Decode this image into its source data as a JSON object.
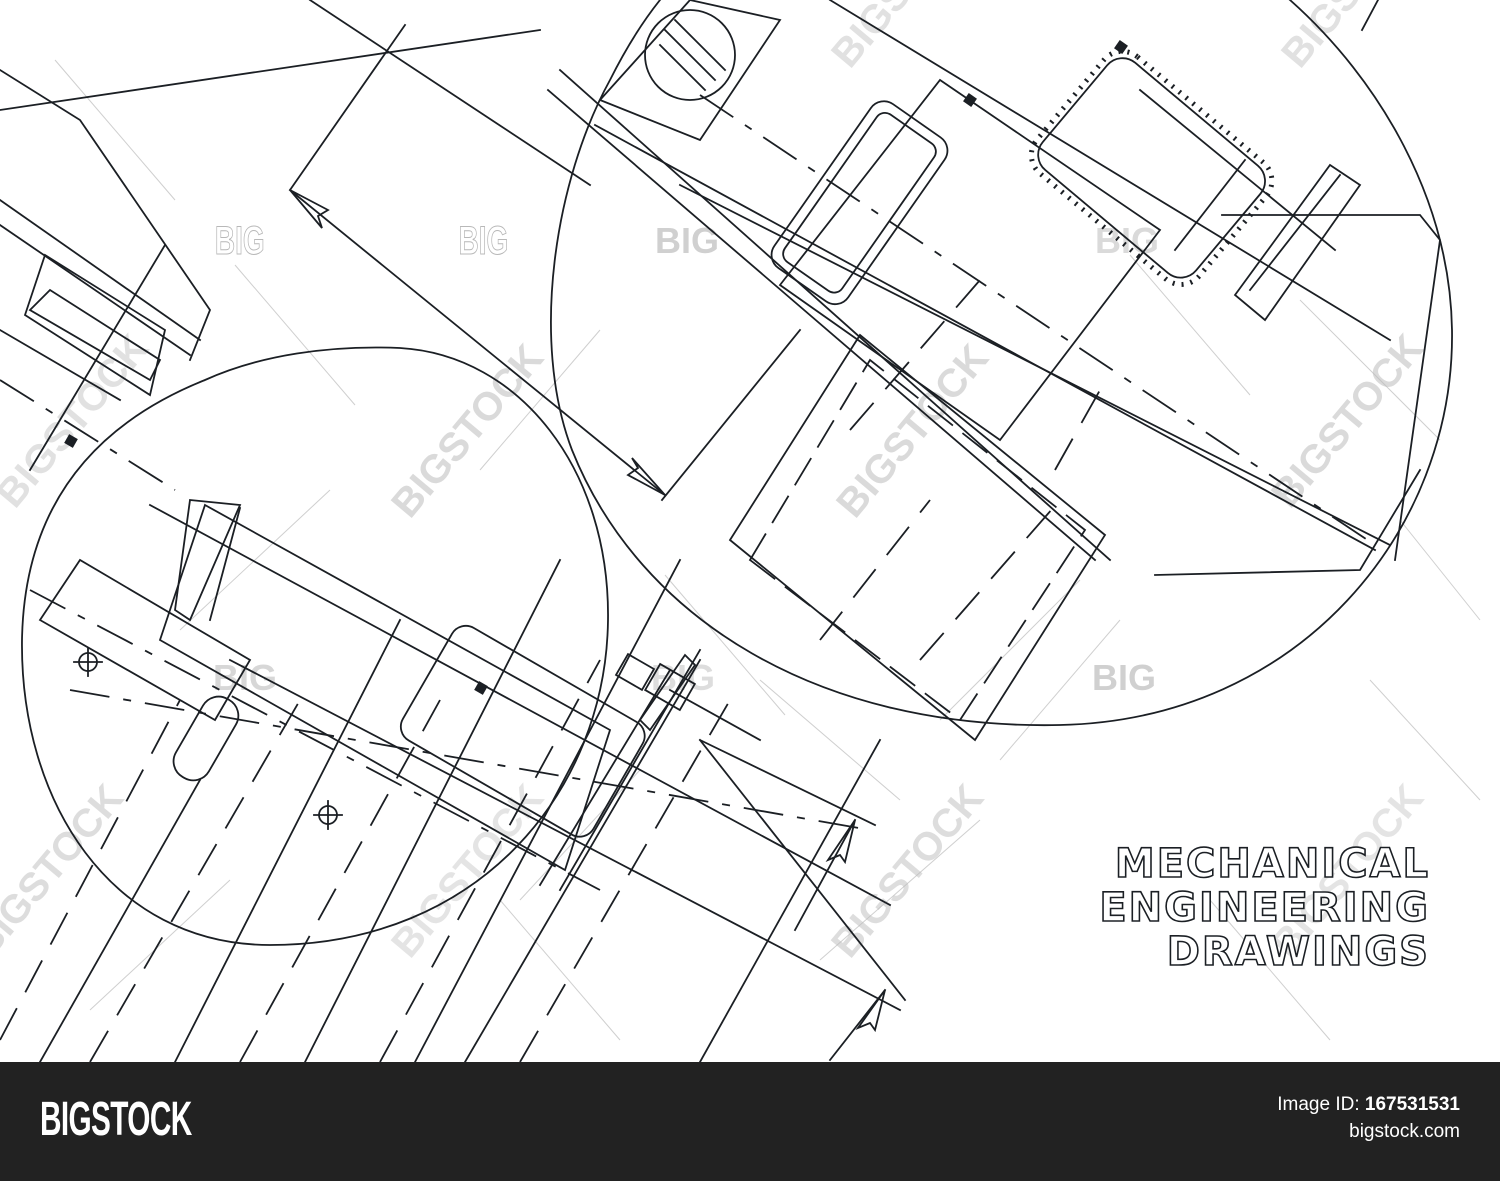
{
  "drawing": {
    "description": "Mechanical engineering line drawing with two circular detail views, dimension lines and arrows",
    "watermarks": {
      "big_label": "BIG",
      "diagonal_label": "BIGSTOCK"
    },
    "colors": {
      "line": "#1b1f24",
      "background": "#ffffff",
      "watermark": "#bdbdbd"
    }
  },
  "title": {
    "lines": [
      "MECHANICAL",
      "ENGINEERING",
      "DRAWINGS"
    ]
  },
  "footer": {
    "logo": "BIGSTOCK",
    "image_id_label": "Image ID:",
    "image_id_value": "167531531",
    "site": "bigstock.com",
    "background": "#222222"
  }
}
